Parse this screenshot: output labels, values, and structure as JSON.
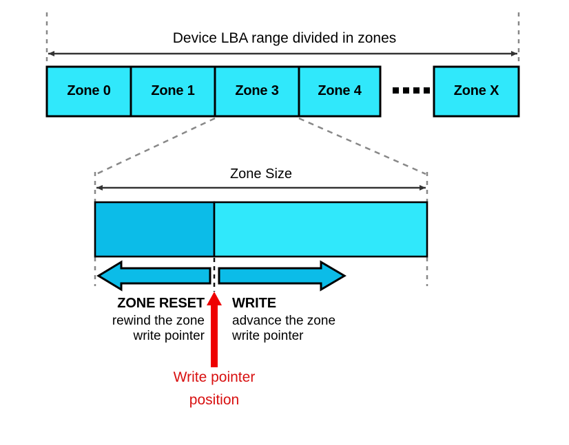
{
  "diagram": {
    "title_top": "Device LBA range divided in zones",
    "zone_size_label": "Zone Size",
    "zones": [
      {
        "label": "Zone 0"
      },
      {
        "label": "Zone 1"
      },
      {
        "label": "Zone 3"
      },
      {
        "label": "Zone 4"
      },
      {
        "label": "Zone X"
      }
    ],
    "ellipsis_dots": 4,
    "operations": [
      {
        "name": "zone-reset",
        "title": "ZONE RESET",
        "desc_line1": "rewind the zone",
        "desc_line2": "write pointer",
        "direction": "left"
      },
      {
        "name": "write",
        "title": "WRITE",
        "desc_line1": "advance the zone",
        "desc_line2": "write pointer",
        "direction": "right"
      }
    ],
    "write_pointer": {
      "label_line1": "Write pointer",
      "label_line2": "position"
    },
    "colors": {
      "zone_fill": "#30e8fb",
      "written_fill": "#0cbce8",
      "arrow_fill": "#0cbce8",
      "outline": "#000000",
      "guide_line": "#888888",
      "pointer_red": "#ee0000",
      "background": "#ffffff"
    }
  }
}
